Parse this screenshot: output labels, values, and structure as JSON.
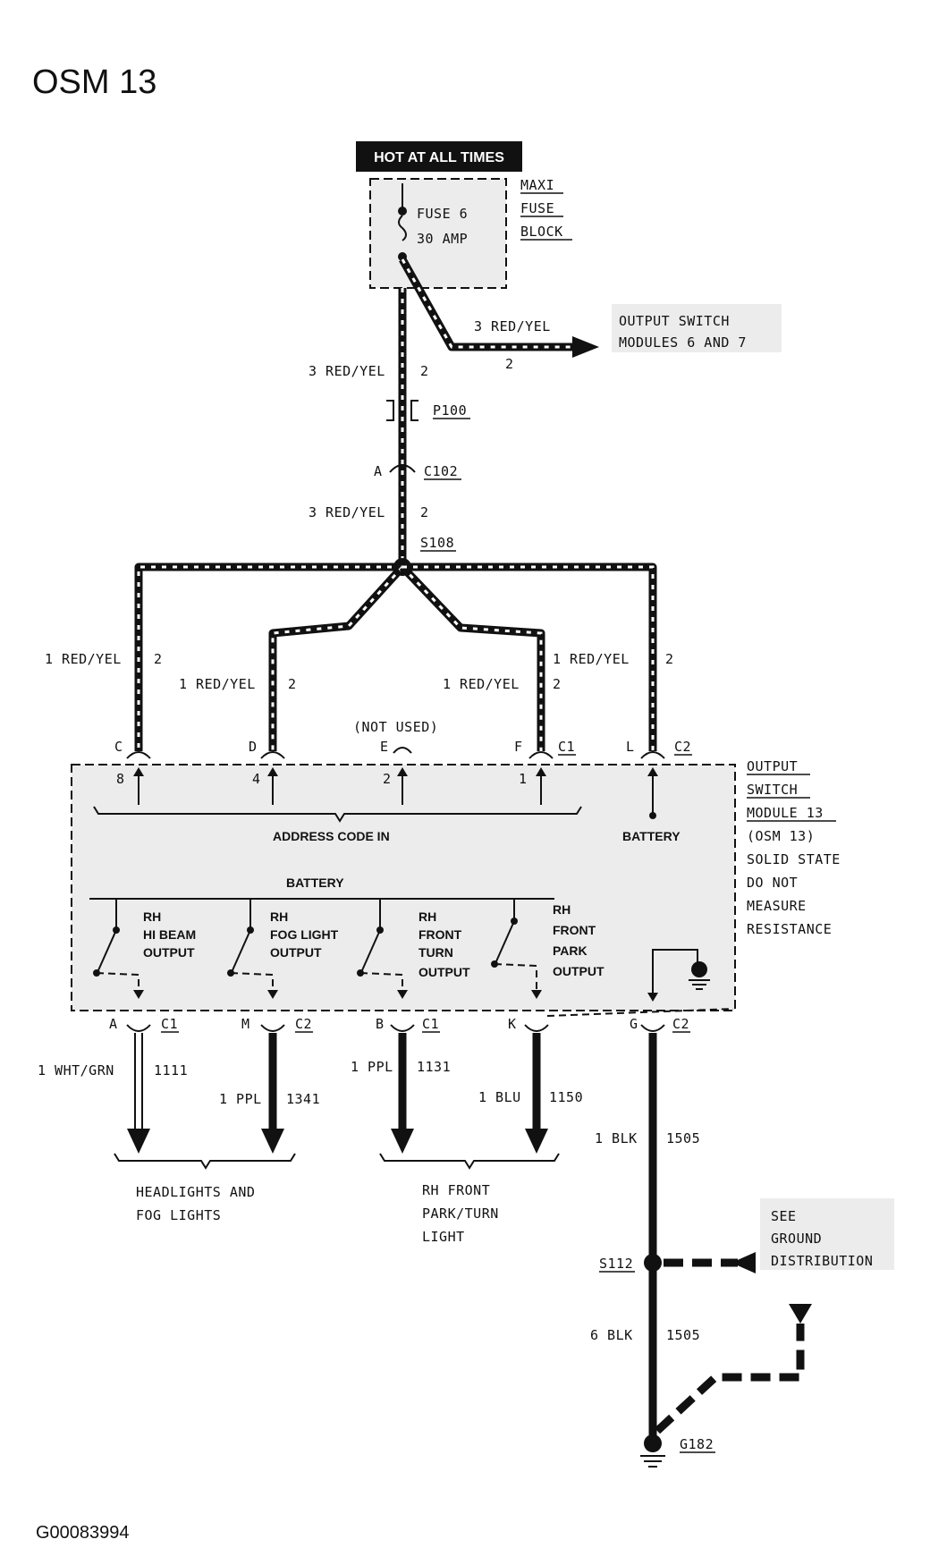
{
  "title": "OSM 13",
  "figure_id": "G00083994",
  "hot_label": "HOT AT ALL TIMES",
  "fuse_block": {
    "fuse": "FUSE 6",
    "amp": "30 AMP",
    "block_lines": [
      "MAXI",
      "FUSE",
      "BLOCK"
    ]
  },
  "branch": {
    "wire": "3 RED/YEL",
    "circuit": "2",
    "target_lines": [
      "OUTPUT SWITCH",
      "MODULES 6 AND 7"
    ]
  },
  "main_feed": {
    "wire": "3 RED/YEL",
    "circuit": "2",
    "connector_p": "P100",
    "connector_c_pin": "A",
    "connector_c": "C102",
    "wire2": "3 RED/YEL",
    "circuit2": "2",
    "splice": "S108"
  },
  "address_wires": [
    {
      "wire": "1 RED/YEL",
      "circuit": "2",
      "pin": "C",
      "code": "8"
    },
    {
      "wire": "1 RED/YEL",
      "circuit": "2",
      "pin": "D",
      "code": "4"
    },
    {
      "wire": "",
      "circuit": "",
      "pin": "E",
      "code": "2"
    },
    {
      "wire": "1 RED/YEL",
      "circuit": "2",
      "pin": "F",
      "code": "1"
    },
    {
      "wire": "1 RED/YEL",
      "circuit": "2",
      "pin": "L",
      "code": ""
    }
  ],
  "not_used": "(NOT USED)",
  "connector_c1": "C1",
  "connector_c2": "C2",
  "module": {
    "lines": [
      "OUTPUT",
      "SWITCH",
      "MODULE 13",
      "(OSM 13)",
      "SOLID STATE",
      "DO NOT",
      "MEASURE",
      "RESISTANCE"
    ],
    "address_code": "ADDRESS CODE IN",
    "battery_top": "BATTERY",
    "battery_bus": "BATTERY",
    "outputs": [
      {
        "line1": "RH",
        "line2": "HI BEAM",
        "line3": "OUTPUT"
      },
      {
        "line1": "RH",
        "line2": "FOG LIGHT",
        "line3": "OUTPUT"
      },
      {
        "line1": "RH",
        "line2": "FRONT",
        "line3": "TURN",
        "line4": "OUTPUT"
      },
      {
        "line1": "RH",
        "line2": "FRONT",
        "line3": "PARK",
        "line4": "OUTPUT"
      }
    ]
  },
  "output_wires": [
    {
      "pin": "A",
      "conn": "C1",
      "wire": "1 WHT/GRN",
      "circuit": "1111"
    },
    {
      "pin": "M",
      "conn": "C2",
      "wire": "1 PPL",
      "circuit": "1341"
    },
    {
      "pin": "B",
      "conn": "C1",
      "wire": "1 PPL",
      "circuit": "1131"
    },
    {
      "pin": "K",
      "conn": "",
      "wire": "1 BLU",
      "circuit": "1150"
    }
  ],
  "destinations": {
    "left": [
      "HEADLIGHTS AND",
      "FOG LIGHTS"
    ],
    "right": [
      "RH FRONT",
      "PARK/TURN",
      "LIGHT"
    ]
  },
  "ground": {
    "pin": "G",
    "conn": "C2",
    "wire1": "1 BLK",
    "circuit1": "1505",
    "splice": "S112",
    "see_lines": [
      "SEE",
      "GROUND",
      "DISTRIBUTION"
    ],
    "wire2": "6 BLK",
    "circuit2": "1505",
    "ground_id": "G182"
  }
}
